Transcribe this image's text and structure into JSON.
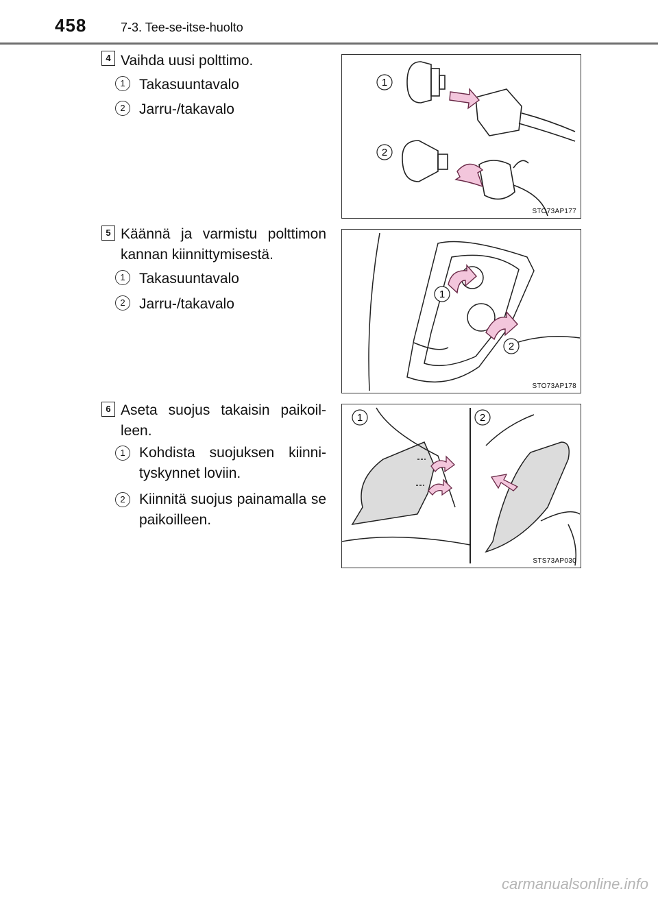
{
  "header": {
    "page_number": "458",
    "section": "7-3. Tee-se-itse-huolto"
  },
  "steps": [
    {
      "number": "4",
      "text": "Vaihda uusi polttimo.",
      "items": [
        {
          "n": "1",
          "text": "Takasuuntavalo"
        },
        {
          "n": "2",
          "text": "Jarru-/takavalo"
        }
      ],
      "figure": {
        "code": "STO73AP177",
        "callouts": [
          "1",
          "2"
        ]
      }
    },
    {
      "number": "5",
      "text": "Käännä ja varmistu polttimon kannan kiinnittymisestä.",
      "items": [
        {
          "n": "1",
          "text": "Takasuuntavalo"
        },
        {
          "n": "2",
          "text": "Jarru-/takavalo"
        }
      ],
      "figure": {
        "code": "STO73AP178",
        "callouts": [
          "1",
          "2"
        ]
      }
    },
    {
      "number": "6",
      "text": "Aseta suojus takaisin paikoil­leen.",
      "items": [
        {
          "n": "1",
          "text": "Kohdista suojuksen kiinni­tyskynnet loviin."
        },
        {
          "n": "2",
          "text": "Kiinnitä suojus painamalla se paikoilleen."
        }
      ],
      "figure": {
        "code": "STS73AP030",
        "callouts": [
          "1",
          "2"
        ]
      }
    }
  ],
  "watermark": "carmanualsonline.info",
  "colors": {
    "arrow_fill": "#f3c6dc",
    "arrow_stroke": "#6a2a48",
    "cover_fill": "#dcdcdc",
    "rule": "#6e6e6e"
  }
}
